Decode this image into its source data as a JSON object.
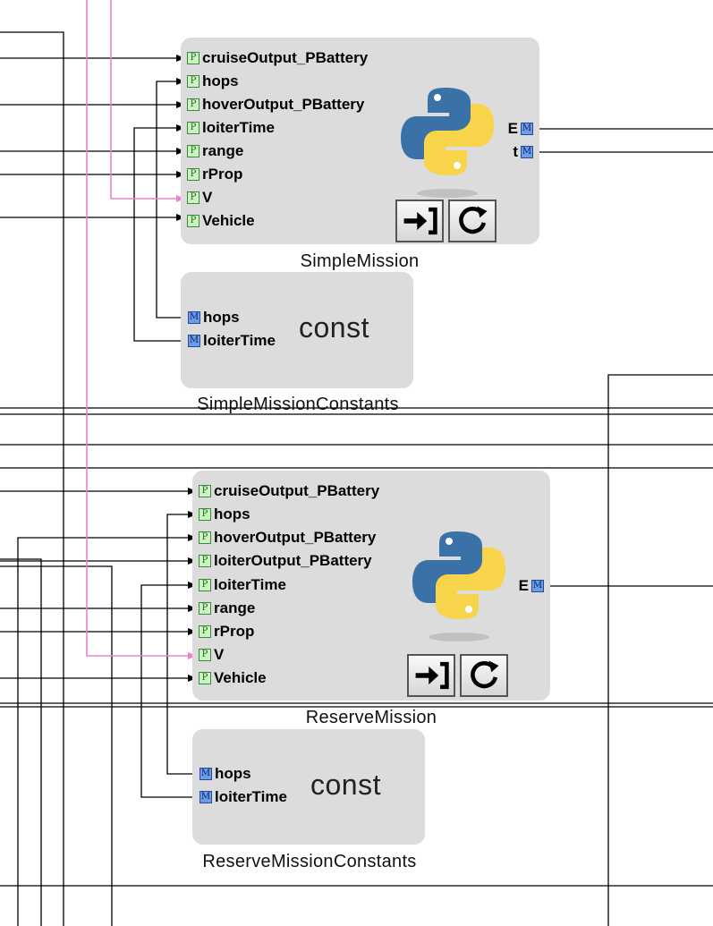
{
  "blocks": {
    "simple_mission": {
      "name": "SimpleMission",
      "inputs": [
        {
          "label": "cruiseOutput_PBattery",
          "badge": "P"
        },
        {
          "label": "hops",
          "badge": "P"
        },
        {
          "label": "hoverOutput_PBattery",
          "badge": "P"
        },
        {
          "label": "loiterTime",
          "badge": "P"
        },
        {
          "label": "range",
          "badge": "P"
        },
        {
          "label": "rProp",
          "badge": "P"
        },
        {
          "label": "V",
          "badge": "P"
        },
        {
          "label": "Vehicle",
          "badge": "P"
        }
      ],
      "outputs": [
        {
          "label": "E",
          "badge": "M"
        },
        {
          "label": "t",
          "badge": "M"
        }
      ]
    },
    "simple_mission_constants": {
      "name": "SimpleMissionConstants",
      "symbol": "const",
      "outputs": [
        {
          "label": "hops",
          "badge": "M"
        },
        {
          "label": "loiterTime",
          "badge": "M"
        }
      ]
    },
    "reserve_mission": {
      "name": "ReserveMission",
      "inputs": [
        {
          "label": "cruiseOutput_PBattery",
          "badge": "P"
        },
        {
          "label": "hops",
          "badge": "P"
        },
        {
          "label": "hoverOutput_PBattery",
          "badge": "P"
        },
        {
          "label": "loiterOutput_PBattery",
          "badge": "P"
        },
        {
          "label": "loiterTime",
          "badge": "P"
        },
        {
          "label": "range",
          "badge": "P"
        },
        {
          "label": "rProp",
          "badge": "P"
        },
        {
          "label": "V",
          "badge": "P"
        },
        {
          "label": "Vehicle",
          "badge": "P"
        }
      ],
      "outputs": [
        {
          "label": "E",
          "badge": "M"
        }
      ]
    },
    "reserve_mission_constants": {
      "name": "ReserveMissionConstants",
      "symbol": "const",
      "outputs": [
        {
          "label": "hops",
          "badge": "M"
        },
        {
          "label": "loiterTime",
          "badge": "M"
        }
      ]
    }
  },
  "colors": {
    "block_fill": "#dcdcdc",
    "wire": "#000000",
    "highlight_wire": "#ee82c8",
    "param_badge": "#cdf2c2",
    "measure_badge": "#6e9de8",
    "python_blue": "#3a72a8",
    "python_yellow": "#f7d44a"
  },
  "icons": [
    "python-logo-icon",
    "step-in-icon",
    "refresh-icon"
  ]
}
